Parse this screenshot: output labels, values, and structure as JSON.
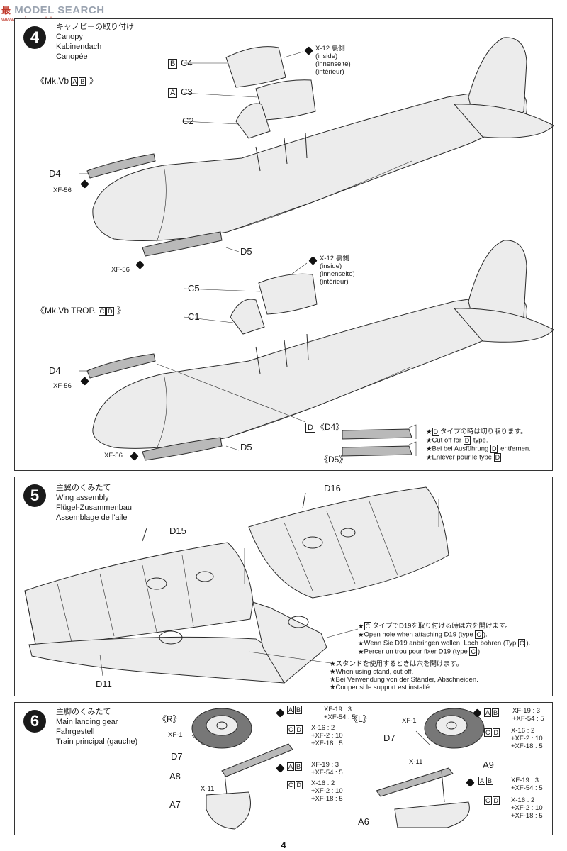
{
  "watermark": {
    "logo": "最",
    "text": "MODEL SEARCH",
    "url": "www.swiss-model.com"
  },
  "step4": {
    "number": "4",
    "title_jp": "キャノピーの取り付け",
    "title_en": "Canopy",
    "title_de": "Kabinendach",
    "title_fr": "Canopée",
    "variant_top": {
      "prefix": "《Mk.Vb",
      "badge1": "A",
      "badge2": "B",
      "suffix": "》"
    },
    "variant_bottom": {
      "prefix": "《Mk.Vb TROP.",
      "badge1": "C",
      "badge2": "D",
      "suffix": "》"
    },
    "top": {
      "c4_badge": "B",
      "c4": "C4",
      "c3_badge": "A",
      "c3": "C3",
      "c2": "C2",
      "d4": "D4",
      "d5": "D5",
      "xf56_a": "XF-56",
      "xf56_b": "XF-56",
      "x12": "X-12 裏側",
      "inside_en": "(inside)",
      "inside_de": "(innenseite)",
      "inside_fr": "(intérieur)"
    },
    "bottom": {
      "c5": "C5",
      "c1": "C1",
      "d4": "D4",
      "d5": "D5",
      "xf56_a": "XF-56",
      "xf56_b": "XF-56",
      "x12": "X-12 裏側",
      "inside_en": "(inside)",
      "inside_de": "(innenseite)",
      "inside_fr": "(intérieur)",
      "d_badge": "D",
      "d4_ref": "《D4》",
      "d5_ref": "《D5》",
      "notes": [
        {
          "pre": "",
          "badge": "D",
          "post": "タイプの時は切り取ります。"
        },
        {
          "pre": "Cut off for ",
          "badge": "D",
          "post": " type."
        },
        {
          "pre": "Bei bei Ausführung ",
          "badge": "D",
          "post": " entfernen."
        },
        {
          "pre": "Enlever pour le type ",
          "badge": "D",
          "post": "."
        }
      ]
    }
  },
  "step5": {
    "number": "5",
    "title_jp": "主翼のくみたて",
    "title_en": "Wing assembly",
    "title_de": "Flügel-Zusammenbau",
    "title_fr": "Assemblage de l'aile",
    "d16": "D16",
    "d15": "D15",
    "d11": "D11",
    "notes1": [
      {
        "pre": "",
        "badge": "C",
        "post": "タイプでD19を取り付ける時は穴を開けます。"
      },
      {
        "pre": "Open hole when attaching D19 (type ",
        "badge": "C",
        "post": ")."
      },
      {
        "pre": "Wenn Sie D19 anbringen wollen, Loch bohren (Typ ",
        "badge": "C",
        "post": ")."
      },
      {
        "pre": "Percer un trou pour fixer D19 (type ",
        "badge": "C",
        "post": ")"
      }
    ],
    "notes2": [
      "スタンドを使用するときは穴を開けます。",
      "When using stand, cut off.",
      "Bei Verwendung von der Ständer, Abschneiden.",
      "Couper si le support est installé."
    ]
  },
  "step6": {
    "number": "6",
    "title_jp": "主脚のくみたて",
    "title_en": "Main landing gear",
    "title_de": "Fahrgestell",
    "title_fr": "Train principal (gauche)",
    "right_label": "《R》",
    "left_label": "《L》",
    "r": {
      "xf1": "XF-1",
      "d7": "D7",
      "a8": "A8",
      "x11": "X-11",
      "a7": "A7",
      "p1": {
        "b1": "A",
        "b2": "B",
        "lines": [
          "XF-19 : 3",
          "+XF-54 : 5"
        ]
      },
      "p2": {
        "b1": "C",
        "b2": "D",
        "lines": [
          "X-16 : 2",
          "+XF-2 : 10",
          "+XF-18 : 5"
        ]
      },
      "p3": {
        "b1": "A",
        "b2": "B",
        "lines": [
          "XF-19 : 3",
          "+XF-54 : 5"
        ]
      },
      "p4": {
        "b1": "C",
        "b2": "D",
        "lines": [
          "X-16 : 2",
          "+XF-2 : 10",
          "+XF-18 : 5"
        ]
      }
    },
    "l": {
      "xf1": "XF-1",
      "d7": "D7",
      "a9": "A9",
      "x11": "X-11",
      "a6": "A6",
      "p1": {
        "b1": "A",
        "b2": "B",
        "lines": [
          "XF-19 : 3",
          "+XF-54 : 5"
        ]
      },
      "p2": {
        "b1": "C",
        "b2": "D",
        "lines": [
          "X-16 : 2",
          "+XF-2 : 10",
          "+XF-18 : 5"
        ]
      },
      "p3": {
        "b1": "A",
        "b2": "B",
        "lines": [
          "XF-19 : 3",
          "+XF-54 : 5"
        ]
      },
      "p4": {
        "b1": "C",
        "b2": "D",
        "lines": [
          "X-16 : 2",
          "+XF-2 : 10",
          "+XF-18 : 5"
        ]
      }
    }
  },
  "page_number": "4"
}
